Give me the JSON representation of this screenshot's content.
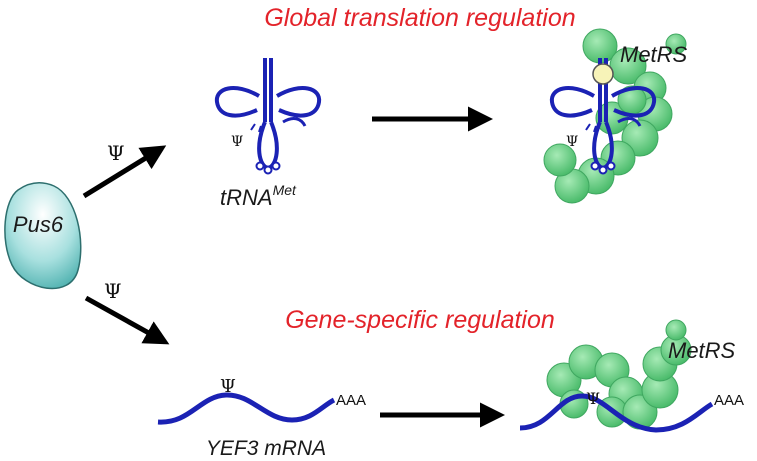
{
  "titles": {
    "global": "Global translation regulation",
    "gene_specific": "Gene-specific regulation"
  },
  "enzyme": {
    "label": "Pus6"
  },
  "modification_symbol": "Ψ",
  "trna": {
    "label_main": "tRNA",
    "label_sup": "Met"
  },
  "mrna": {
    "label": "YEF3 mRNA",
    "tail": "AAA"
  },
  "synthetase": {
    "label": "MetRS"
  },
  "colors": {
    "title_red": "#e3232a",
    "rna_blue": "#1b22b4",
    "enzyme_teal": "#6cc4c2",
    "metrs_green": "#6fd68b",
    "zinc_yellow": "#f7f3b8"
  },
  "icons": [
    "pus6-blob",
    "trna-cloverleaf-icon",
    "mrna-wave-icon",
    "metrs-protein-icon",
    "arrow-icon"
  ]
}
